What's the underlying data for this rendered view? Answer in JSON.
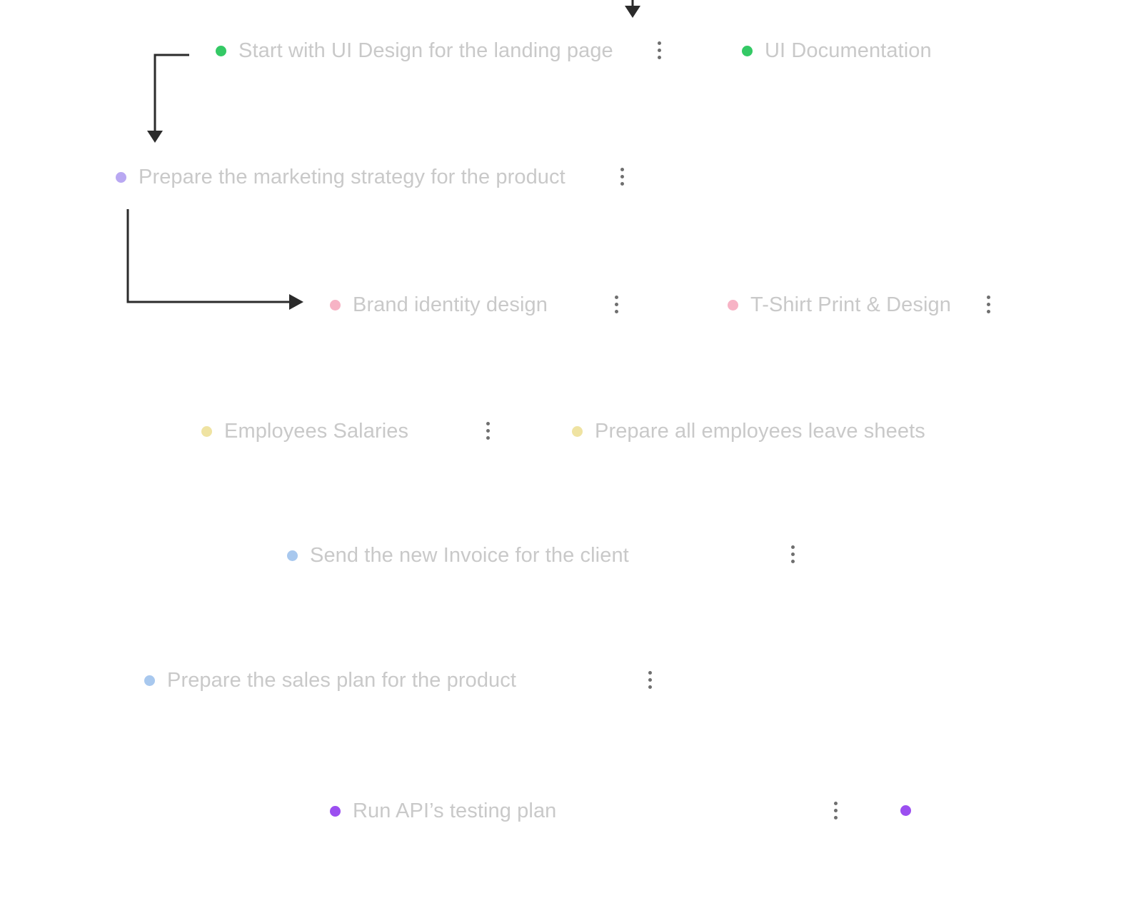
{
  "colors": {
    "green": "#34c965",
    "lavender": "#b9a8f2",
    "pink": "#f7b3c5",
    "yellow": "#efe3a2",
    "blue": "#a8c8ee",
    "purple": "#9b4ff0",
    "text": "#c9c9c9",
    "menu_dots": "#6f6f6f",
    "arrows": "#2b2b2b"
  },
  "tasks": [
    {
      "label": "Start with UI Design for the landing page",
      "color": "#34c965",
      "icon": "green-dot-icon"
    },
    {
      "label": "UI Documentation",
      "color": "#34c965",
      "icon": "green-dot-icon"
    },
    {
      "label": "Prepare the marketing strategy for the product",
      "color": "#b9a8f2",
      "icon": "lavender-dot-icon"
    },
    {
      "label": "Brand identity design",
      "color": "#f7b3c5",
      "icon": "pink-dot-icon"
    },
    {
      "label": "T-Shirt Print & Design",
      "color": "#f7b3c5",
      "icon": "pink-dot-icon"
    },
    {
      "label": "Employees Salaries",
      "color": "#efe3a2",
      "icon": "yellow-dot-icon"
    },
    {
      "label": "Prepare all employees leave sheets",
      "color": "#efe3a2",
      "icon": "yellow-dot-icon"
    },
    {
      "label": "Send the new Invoice for the client",
      "color": "#a8c8ee",
      "icon": "blue-dot-icon"
    },
    {
      "label": "Prepare the sales plan for the product",
      "color": "#a8c8ee",
      "icon": "blue-dot-icon"
    },
    {
      "label": "Run API’s testing plan",
      "color": "#9b4ff0",
      "icon": "purple-dot-icon"
    }
  ],
  "extra_dot": {
    "color": "#9b4ff0",
    "icon": "purple-dot-icon"
  }
}
